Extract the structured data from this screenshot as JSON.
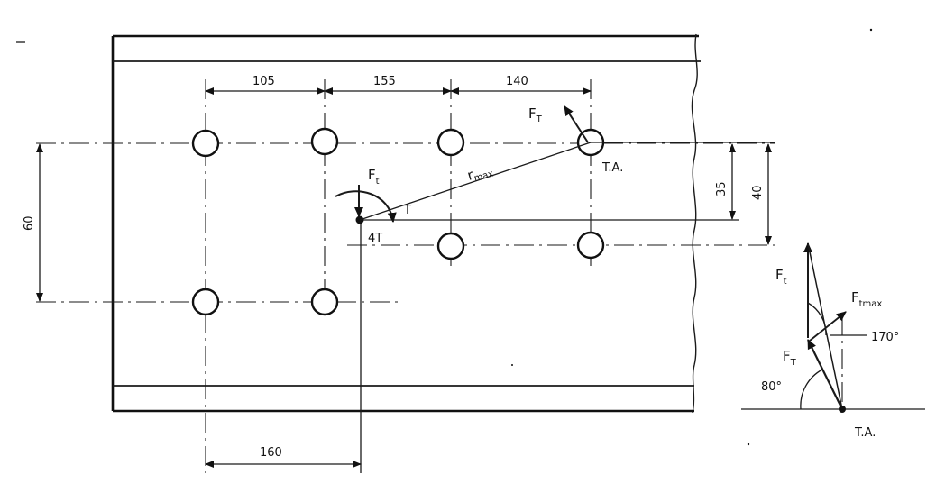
{
  "dimensions": {
    "d105": "105",
    "d155": "155",
    "d140": "140",
    "d60": "60",
    "d35": "35",
    "d40": "40",
    "d160": "160"
  },
  "labels": {
    "ft_upper": "F",
    "ft_upper_sub": "T",
    "ta_main": "T.A.",
    "rmax": "r",
    "rmax_sub": "max",
    "ft_center": "F",
    "ft_center_sub": "t",
    "torque_arrow": "T",
    "torque_value": "4T"
  },
  "vector_diagram": {
    "ft_label": "F",
    "ft_sub": "t",
    "ftmax_label": "F",
    "ftmax_sub": "tmax",
    "ftt_label": "F",
    "ftt_sub": "T",
    "angle_170": "170°",
    "angle_80": "80°",
    "ta_label": "T.A."
  }
}
